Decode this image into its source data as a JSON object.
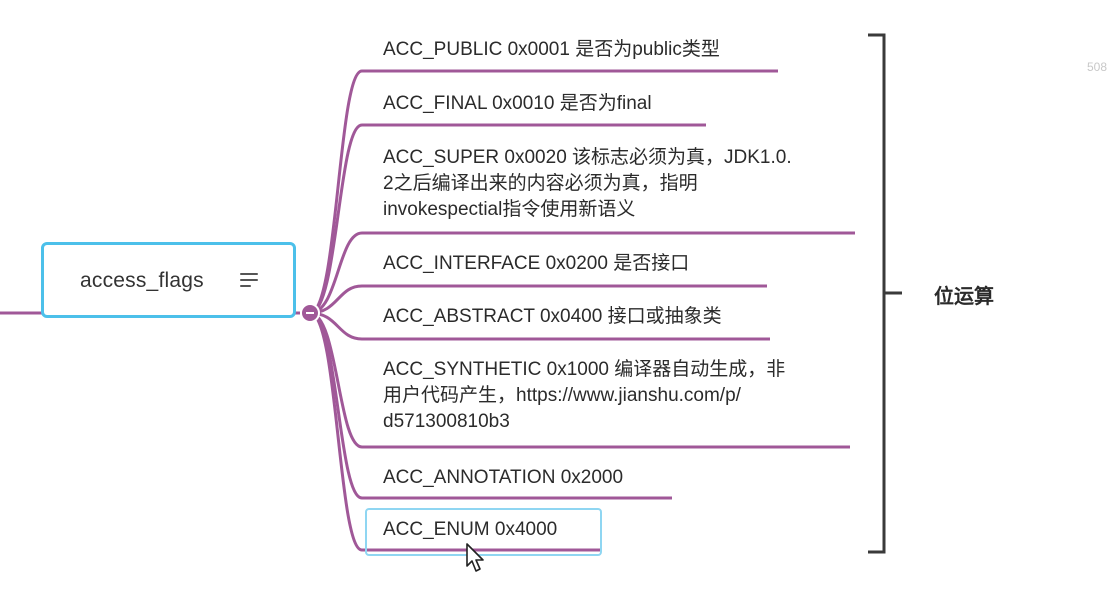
{
  "root": {
    "label": "access_flags",
    "icon": "menu-lines-icon"
  },
  "children": [
    {
      "lines": [
        "ACC_PUBLIC 0x0001 是否为public类型"
      ]
    },
    {
      "lines": [
        "ACC_FINAL 0x0010 是否为final"
      ]
    },
    {
      "lines": [
        "ACC_SUPER 0x0020 该标志必须为真，JDK1.0.",
        "2之后编译出来的内容必须为真，指明",
        "invokespectial指令使用新语义"
      ]
    },
    {
      "lines": [
        "ACC_INTERFACE 0x0200 是否接口"
      ]
    },
    {
      "lines": [
        "ACC_ABSTRACT 0x0400 接口或抽象类"
      ]
    },
    {
      "lines": [
        "ACC_SYNTHETIC 0x1000 编译器自动生成，非",
        "用户代码产生，https://www.jianshu.com/p/",
        "d571300810b3"
      ]
    },
    {
      "lines": [
        "ACC_ANNOTATION 0x2000"
      ]
    },
    {
      "lines": [
        "ACC_ENUM 0x4000"
      ],
      "selected": true
    }
  ],
  "bracket": {
    "label": "位运算"
  },
  "corner_number": "508",
  "colors": {
    "branch": "#a05898",
    "root_border": "#4cc0ea",
    "selected_border": "#8fd6f2",
    "bracket": "#3a3a3a"
  }
}
